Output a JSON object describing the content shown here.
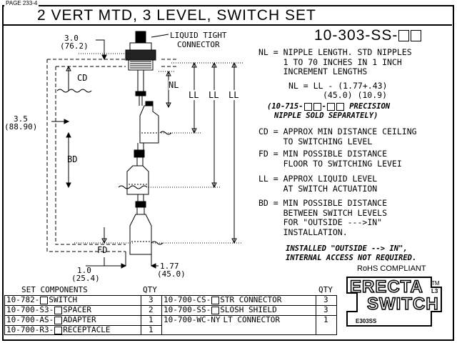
{
  "header": {
    "page_label": "PAGE 233-4",
    "title": "2 VERT MTD, 3 LEVEL, SWITCH SET",
    "part_number_prefix": "10-303-SS-"
  },
  "diagram": {
    "connector_label_1": "LIQUID TIGHT",
    "connector_label_2": "CONNECTOR",
    "dim_top_in": "3.0",
    "dim_top_mm": "(76.2)",
    "dim_left_in": "3.5",
    "dim_left_mm": "(88.90)",
    "dim_bottom_in": "1.0",
    "dim_bottom_mm": "(25.4)",
    "dim_right_in": "1.77",
    "dim_right_mm": "(45.0)",
    "label_cd": "CD",
    "label_bd": "BD",
    "label_fd": "FD",
    "label_nl": "NL",
    "label_ll_1": "LL",
    "label_ll_2": "LL",
    "label_ll_3": "LL"
  },
  "notes": {
    "nl": "NL = NIPPLE LENGTH. STD NIPPLES\n     1 TO 70 INCHES IN 1 INCH\n     INCREMENT LENGTHS",
    "formula": "NL = LL - (1.77+.43)",
    "formula_mm": "(45.0) (10.9)",
    "precision_prefix": "(10-715-",
    "precision_suffix": " PRECISION",
    "precision_line2": "NIPPLE SOLD SEPARATELY)",
    "cd": "CD = APPROX MIN DISTANCE CEILING\n     TO SWITCHING LEVEL",
    "fd": "FD = MIN POSSIBLE DISTANCE\n     FLOOR TO SWITCHING LEVEI",
    "ll": "LL = APPROX LIQUID LEVEL\n     AT SWITCH ACTUATION",
    "bd": "BD = MIN POSSIBLE DISTANCE\n     BETWEEN SWITCH LEVELS\n     FOR \"OUTSIDE --->IN\"\n     INSTALLATION.",
    "installed": "INSTALLED \"OUTSIDE --> IN\",\nINTERNAL ACCESS NOT REQUIRED.",
    "rohs": "RoHS COMPLIANT"
  },
  "components": {
    "header_left": "SET COMPONENTS",
    "header_qty_left": "QTY",
    "header_qty_right": "QTY",
    "left_rows": [
      {
        "prefix": "10-782-",
        "name": "SWITCH",
        "qty": "3"
      },
      {
        "prefix": "10-700-S3-",
        "name": "SPACER",
        "qty": "2"
      },
      {
        "prefix": "10-700-AS-",
        "name": "ADAPTER",
        "qty": "1"
      },
      {
        "prefix": "10-700-R3-",
        "name": "RECEPTACLE",
        "qty": "1"
      }
    ],
    "right_rows": [
      {
        "prefix": "10-700-CS-",
        "name": "STR CONNECTOR",
        "qty": "3"
      },
      {
        "prefix": "10-700-SS-",
        "name": "SLOSH SHIELD",
        "qty": "3"
      },
      {
        "prefix": "10-700-WC-NY",
        "name": "LT CONNECTOR",
        "qty": "1"
      }
    ]
  },
  "logo": {
    "word1": "ERECTA",
    "word2": "SWITCH",
    "tm": "TM",
    "l3": "L3",
    "code": "E303SS",
    "border_color": "#000000",
    "fill_color": "#ffffff"
  }
}
